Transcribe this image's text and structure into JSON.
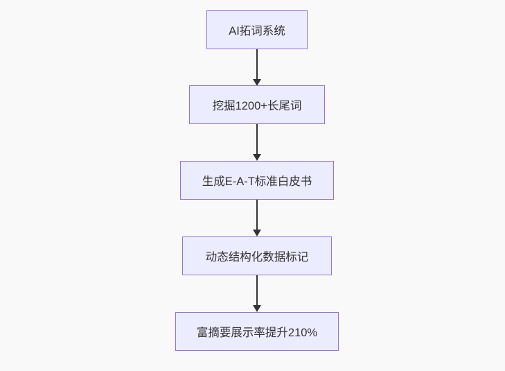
{
  "page": {
    "background_color": "#f9f9f9"
  },
  "diagram": {
    "type": "flowchart",
    "direction": "top-down",
    "node_fill_color": "#ECECFF",
    "node_border_color": "#9370DB",
    "arrow_color": "#333333",
    "text_color": "#333333",
    "nodes": [
      {
        "label": "AI拓词系统"
      },
      {
        "label": "挖掘1200+长尾词"
      },
      {
        "label": "生成E-A-T标准白皮书"
      },
      {
        "label": "动态结构化数据标记"
      },
      {
        "label": "富摘要展示率提升210%"
      }
    ],
    "edges": [
      {
        "from": 0,
        "to": 1
      },
      {
        "from": 1,
        "to": 2
      },
      {
        "from": 2,
        "to": 3
      },
      {
        "from": 3,
        "to": 4
      }
    ]
  }
}
